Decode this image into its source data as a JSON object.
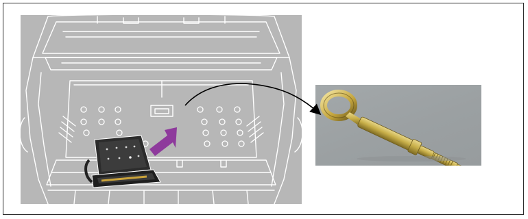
{
  "figure": {
    "left_image": {
      "icon": "car-trunk-illustration",
      "description_visible_text": ""
    },
    "right_image": {
      "icon": "towing-eye-photo"
    },
    "callout": {
      "icon": "arrow-callout"
    },
    "pointer": {
      "icon": "purple-arrow",
      "color": "#8e3a9c"
    },
    "frame_color": "#2b2b2b",
    "panel_grey": "#b7b7b7",
    "line_color": "#ffffff"
  }
}
